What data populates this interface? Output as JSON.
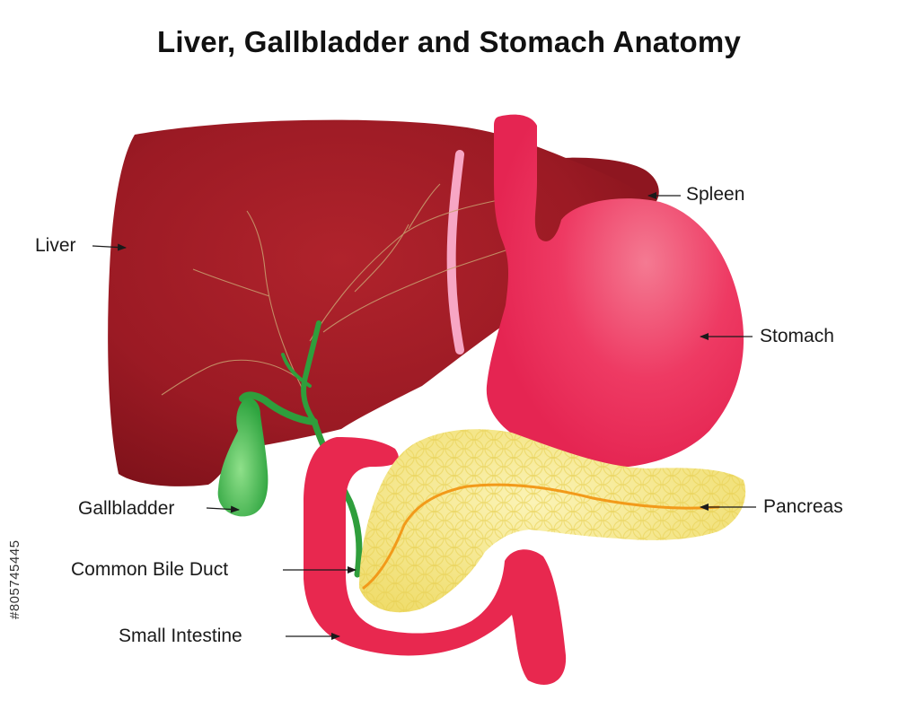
{
  "title": "Liver, Gallbladder and Stomach Anatomy",
  "labels": {
    "liver": "Liver",
    "spleen": "Spleen",
    "stomach": "Stomach",
    "gallbladder": "Gallbladder",
    "pancreas": "Pancreas",
    "common_bile_duct": "Common Bile Duct",
    "small_intestine": "Small Intestine"
  },
  "stock_id": "#805745445",
  "colors": {
    "liver": "#9e1b24",
    "spleen": "#8e1620",
    "stomach": "#ee2f5c",
    "small_intestine": "#e8284f",
    "gallbladder": "#39b54a",
    "bile_duct": "#2f9e3c",
    "pancreas": "#f3e47a",
    "pancreatic_duct": "#f29a1a",
    "ligament": "#f7a6c4"
  }
}
